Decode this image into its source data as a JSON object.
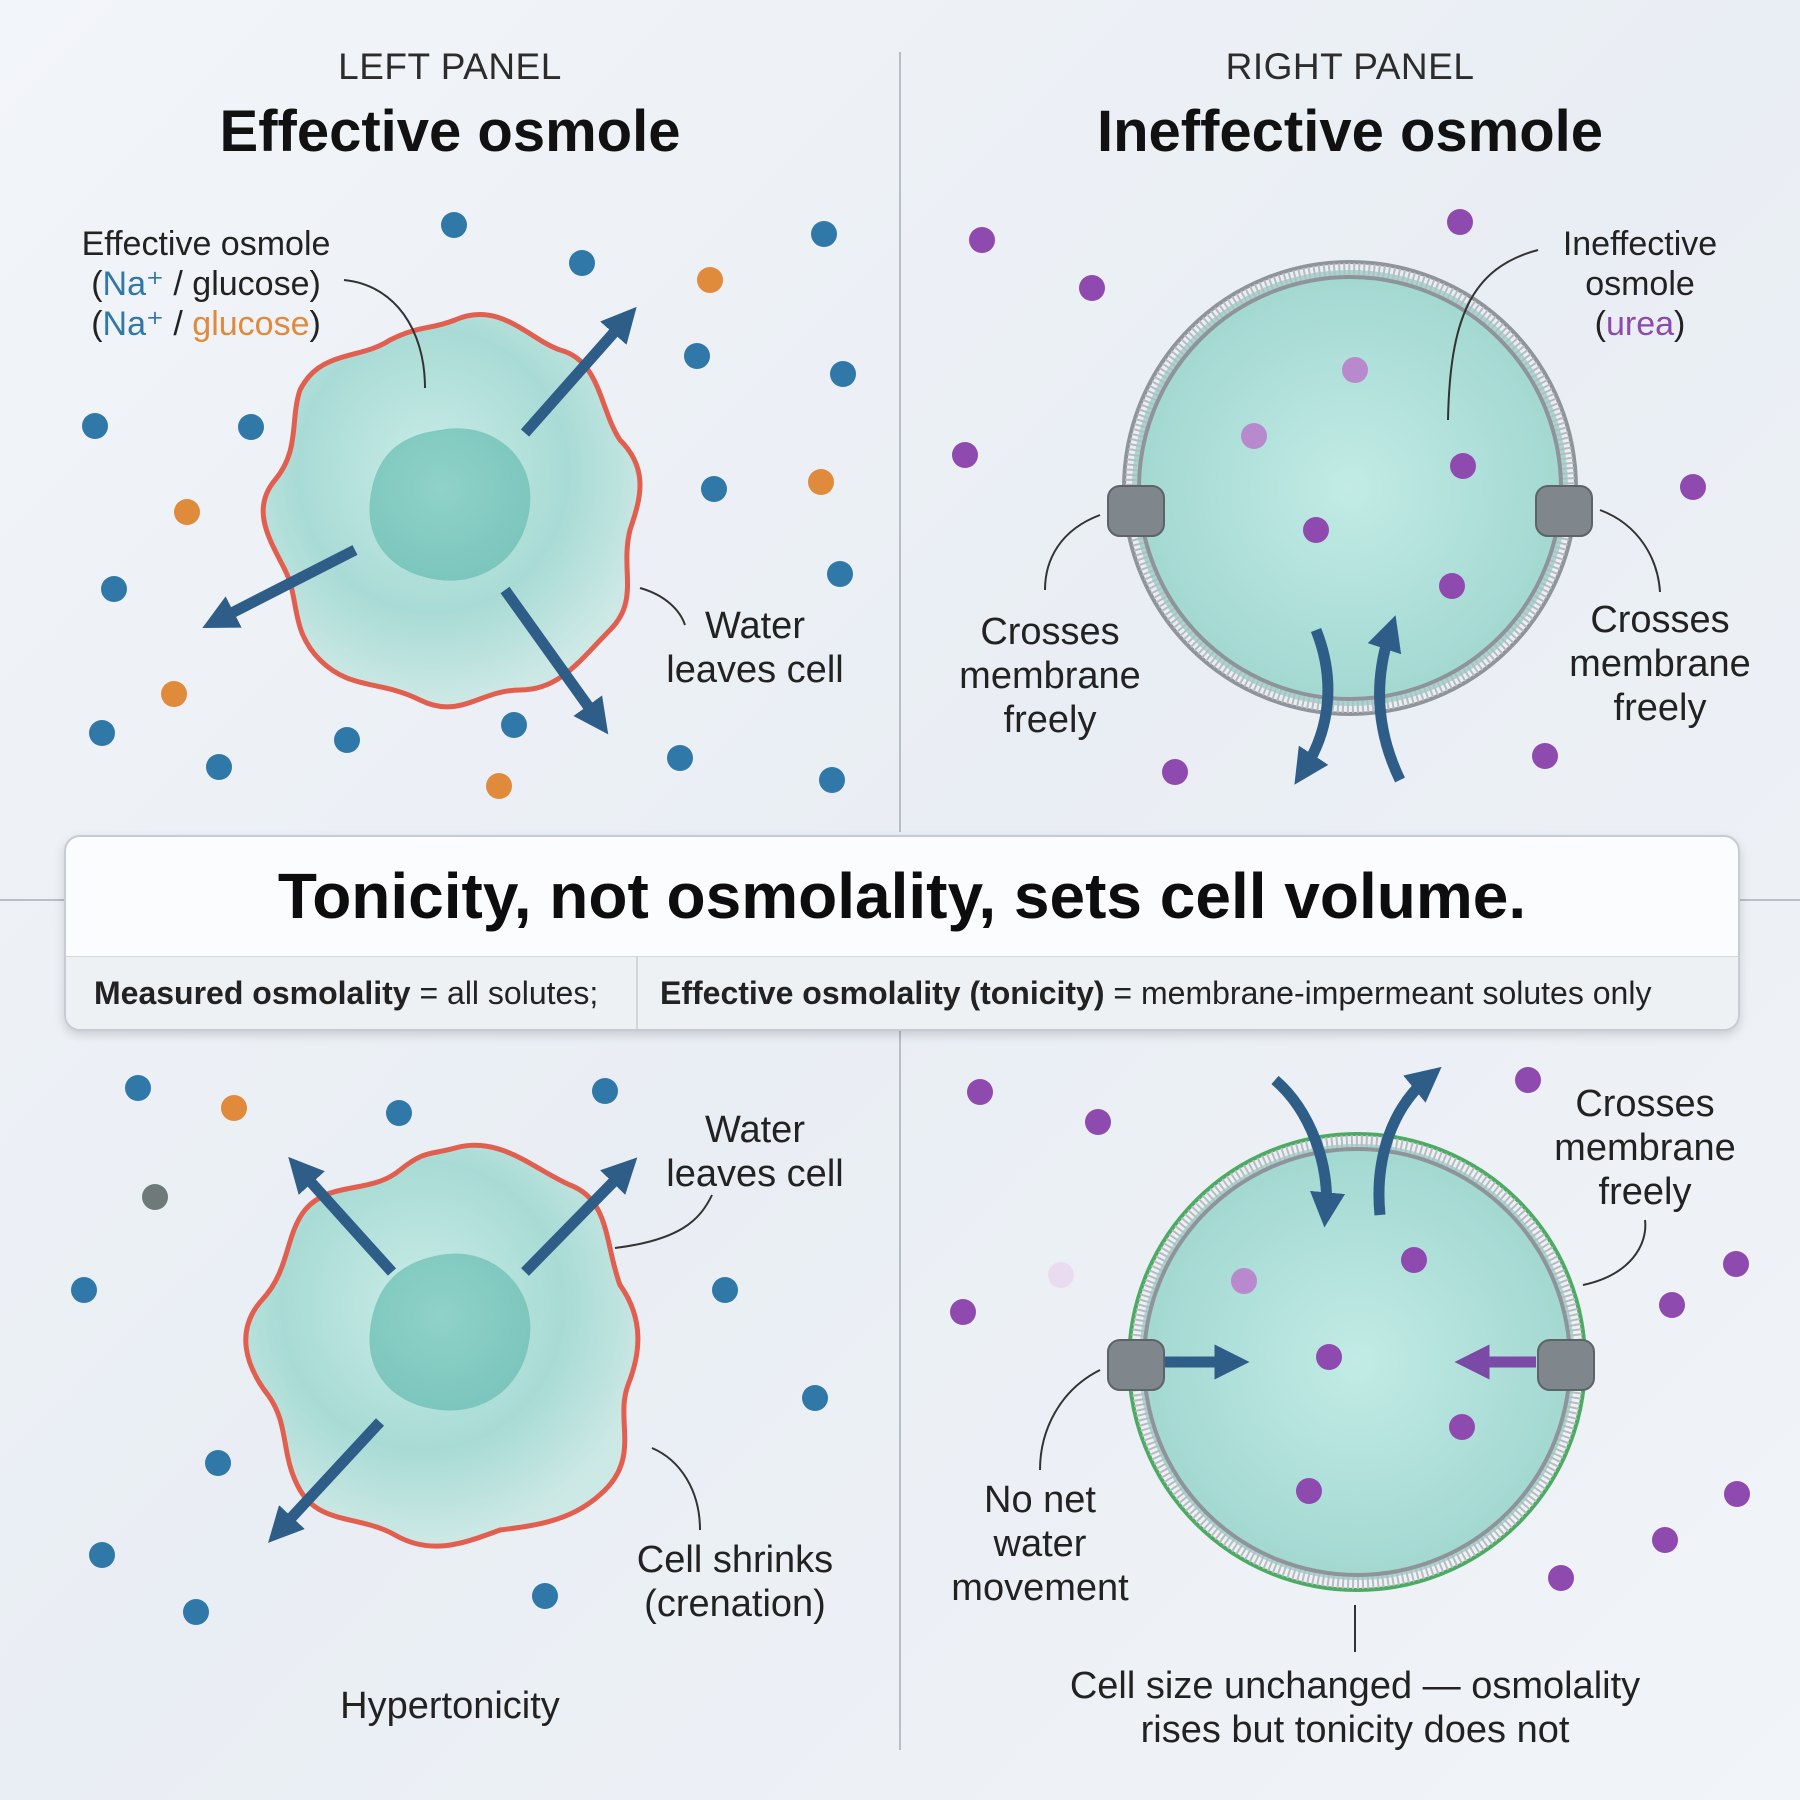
{
  "left_header": {
    "kicker": "LEFT PANEL",
    "title": "Effective osmole"
  },
  "right_header": {
    "kicker": "RIGHT PANEL",
    "title": "Ineffective osmole"
  },
  "top_left": {
    "osmole_label": "Effective osmole",
    "paren_open": "(",
    "sodium": "Na⁺",
    "slash": " / ",
    "glucose": "glucose",
    "paren_close": ")",
    "water_label_1": "Water",
    "water_label_2": "leaves cell"
  },
  "top_right": {
    "osmole_label_1": "Ineffective",
    "osmole_label_2": "osmole",
    "urea": "urea",
    "left_note_1": "Crosses",
    "left_note_2": "membrane",
    "left_note_3": "freely",
    "right_note_1": "Crosses",
    "right_note_2": "membrane",
    "right_note_3": "freely"
  },
  "banner": {
    "title": "Tonicity, not osmolality, sets cell volume.",
    "measured_term": "Measured osmolality",
    "measured_def": " = all solutes;",
    "effective_term": "Effective osmolality (tonicity)",
    "effective_def": " = membrane-impermeant solutes only"
  },
  "bottom_left": {
    "water_label_1": "Water",
    "water_label_2": "leaves cell",
    "shrink_label_1": "Cell shrinks",
    "shrink_label_2": "(crenation)",
    "caption": "Hypertonicity"
  },
  "bottom_right": {
    "cross_note_1": "Crosses",
    "cross_note_2": "membrane",
    "cross_note_3": "freely",
    "no_net_1": "No net",
    "no_net_2": "water",
    "no_net_3": "movement",
    "caption_1": "Cell size unchanged — osmolality",
    "caption_2": "rises but tonicity does not"
  },
  "colors": {
    "sodium_dot": "#2f78a8",
    "glucose_dot": "#e08a3c",
    "urea_dot": "#8e4aae",
    "arrow": "#2e5e88",
    "shrunken_membrane": "#e25a4a",
    "cytoplasm": "#a8dcd6"
  }
}
